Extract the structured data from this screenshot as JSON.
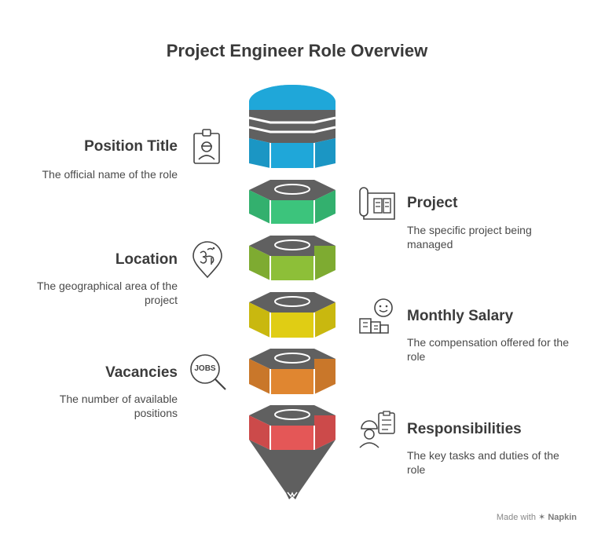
{
  "title": "Project Engineer Role Overview",
  "items": [
    {
      "heading": "Position Title",
      "description": "The official name of the role",
      "icon": "id-badge-icon",
      "color": "#1fa7d9"
    },
    {
      "heading": "Project",
      "description": "The specific project being managed",
      "icon": "blueprint-icon",
      "color": "#3cc47c"
    },
    {
      "heading": "Location",
      "description": "The geographical area of the project",
      "icon": "location-pin-icon",
      "color": "#8dbf38"
    },
    {
      "heading": "Monthly Salary",
      "description": "The compensation offered for the role",
      "icon": "happy-worker-icon",
      "color": "#e0cd14"
    },
    {
      "heading": "Vacancies",
      "description": "The number of available positions",
      "icon": "jobs-search-icon",
      "color": "#e08630"
    },
    {
      "heading": "Responsibilities",
      "description": "The key tasks and duties of the role",
      "icon": "engineer-checklist-icon",
      "color": "#e45757"
    }
  ],
  "icons": {
    "jobs_label": "JOBS"
  },
  "footer": {
    "prefix": "Made with",
    "brand": "Napkin"
  }
}
